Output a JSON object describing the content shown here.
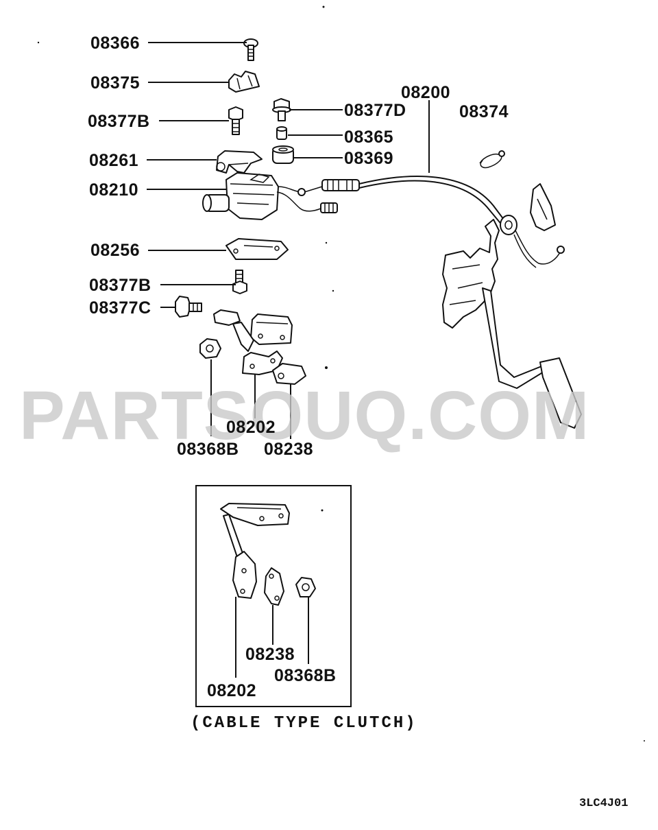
{
  "watermark": "PARTSOUQ.COM",
  "labels": {
    "p08366": "08366",
    "p08375": "08375",
    "p08377B_top": "08377B",
    "p08261": "08261",
    "p08210": "08210",
    "p08256": "08256",
    "p08377B_mid": "08377B",
    "p08377C": "08377C",
    "p08377D": "08377D",
    "p08365": "08365",
    "p08369": "08369",
    "p08200": "08200",
    "p08374": "08374",
    "p08202": "08202",
    "p08368B": "08368B",
    "p08238": "08238",
    "inset_08238": "08238",
    "inset_08368B": "08368B",
    "inset_08202": "08202"
  },
  "inset_caption": "(CABLE TYPE CLUTCH)",
  "diagram_code": "3LC4J01"
}
